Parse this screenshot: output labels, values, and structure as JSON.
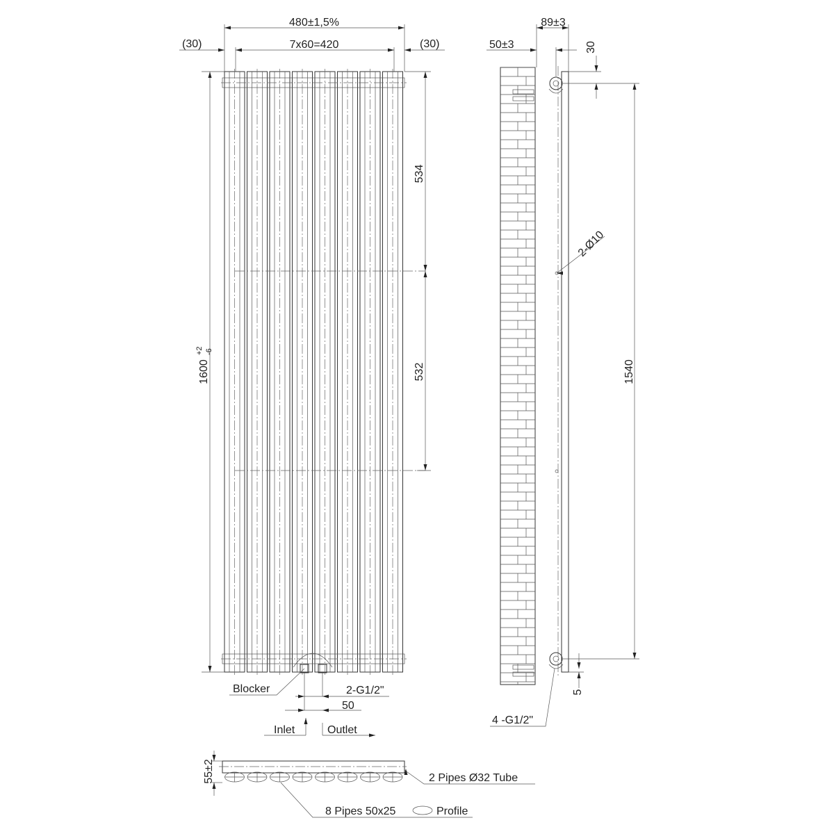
{
  "front_view": {
    "overall_width": "480±1,5%",
    "column_spacing": "7x60=420",
    "left_offset": "(30)",
    "right_offset": "(30)",
    "overall_height": "1600",
    "height_tol_plus": "+2",
    "height_tol_minus": "-6",
    "upper_segment": "534",
    "lower_segment": "532",
    "blocker_label": "Blocker",
    "connection_label": "2-G1/2\"",
    "connection_spacing": "50",
    "inlet_label": "Inlet",
    "outlet_label": "Outlet",
    "column_count": 8
  },
  "side_view": {
    "depth": "89±3",
    "wall_offset": "50±3",
    "top_offset": "30",
    "bracket_spacing": "1540",
    "bottom_offset": "5",
    "fixing_holes": "2-Ø10",
    "fittings": "4 -G1/2\""
  },
  "bottom_view": {
    "depth": "55±2",
    "tube_label": "2 Pipes Ø32 Tube",
    "profile_label_a": "8 Pipes 50x25",
    "profile_label_b": "Profile"
  }
}
